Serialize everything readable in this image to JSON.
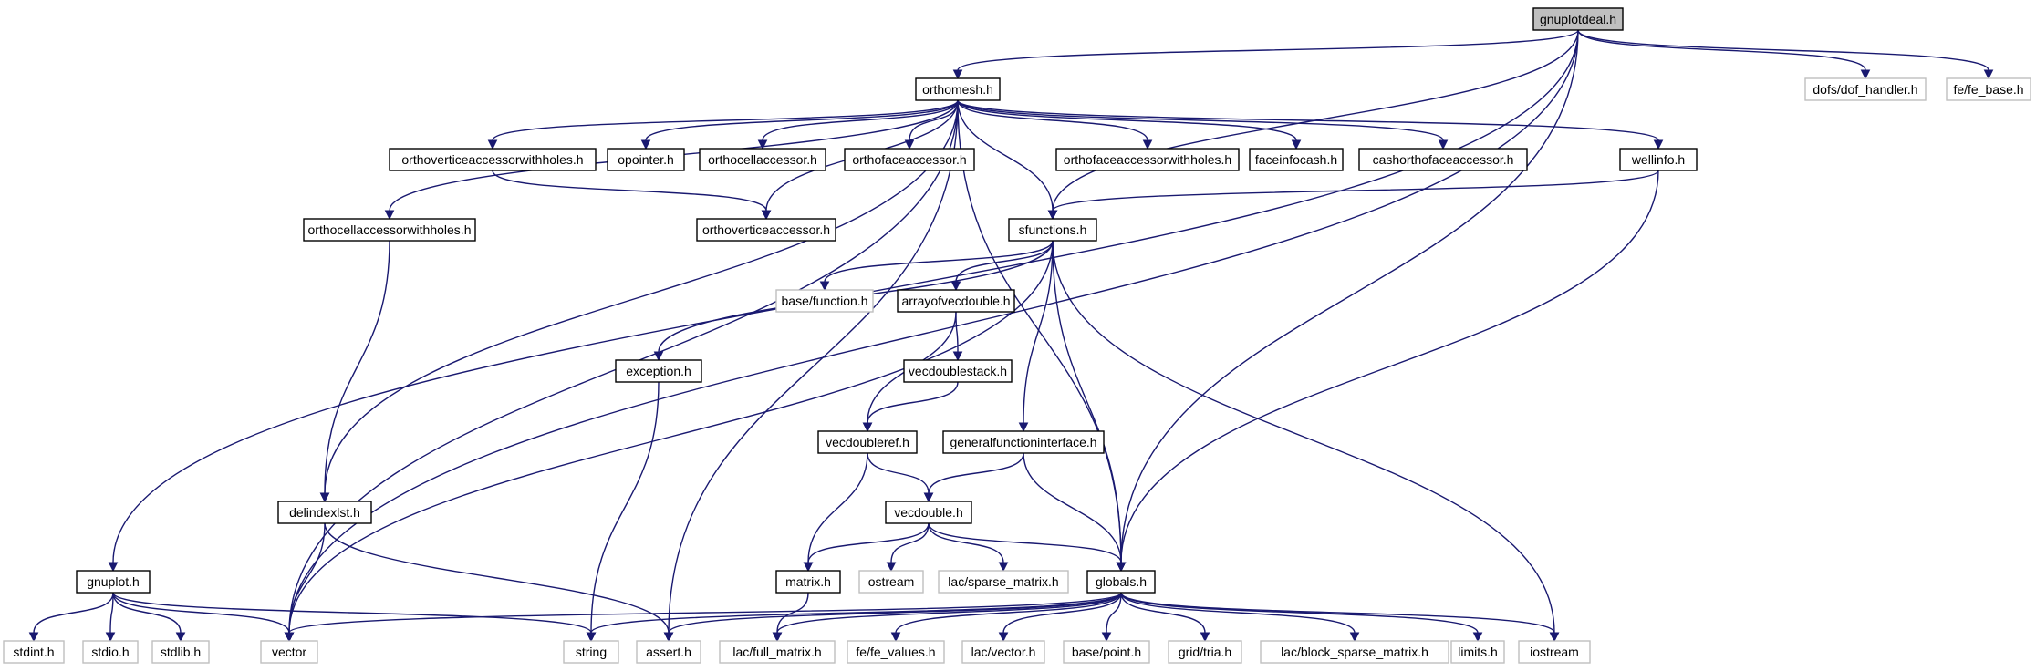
{
  "colors": {
    "edge": "#191970",
    "root_fill": "#bfbfbf",
    "external_border": "#bfbfbf",
    "internal_border": "#000000"
  },
  "nodes": {
    "gnuplotdeal": {
      "label": "gnuplotdeal.h",
      "kind": "root"
    },
    "dof_handler": {
      "label": "dofs/dof_handler.h",
      "kind": "external"
    },
    "fe_base": {
      "label": "fe/fe_base.h",
      "kind": "external"
    },
    "orthomesh": {
      "label": "orthomesh.h",
      "kind": "internal"
    },
    "orthoverticeaccessorwithholes": {
      "label": "orthoverticeaccessorwithholes.h",
      "kind": "internal"
    },
    "opointer": {
      "label": "opointer.h",
      "kind": "internal"
    },
    "orthocellaccessor": {
      "label": "orthocellaccessor.h",
      "kind": "internal"
    },
    "orthofaceaccessor": {
      "label": "orthofaceaccessor.h",
      "kind": "internal"
    },
    "orthofaceaccessorwithholes": {
      "label": "orthofaceaccessorwithholes.h",
      "kind": "internal"
    },
    "faceinfocash": {
      "label": "faceinfocash.h",
      "kind": "internal"
    },
    "cashorthofaceaccessor": {
      "label": "cashorthofaceaccessor.h",
      "kind": "internal"
    },
    "wellinfo": {
      "label": "wellinfo.h",
      "kind": "internal"
    },
    "orthocellaccessorwithholes": {
      "label": "orthocellaccessorwithholes.h",
      "kind": "internal"
    },
    "orthoverticeaccessor": {
      "label": "orthoverticeaccessor.h",
      "kind": "internal"
    },
    "sfunctions": {
      "label": "sfunctions.h",
      "kind": "internal"
    },
    "base_function": {
      "label": "base/function.h",
      "kind": "external"
    },
    "arrayofvecdouble": {
      "label": "arrayofvecdouble.h",
      "kind": "internal"
    },
    "exception": {
      "label": "exception.h",
      "kind": "internal"
    },
    "vecdoublestack": {
      "label": "vecdoublestack.h",
      "kind": "internal"
    },
    "vecdoubleref": {
      "label": "vecdoubleref.h",
      "kind": "internal"
    },
    "generalfunctioninterface": {
      "label": "generalfunctioninterface.h",
      "kind": "internal"
    },
    "delindexlst": {
      "label": "delindexlst.h",
      "kind": "internal"
    },
    "vecdouble": {
      "label": "vecdouble.h",
      "kind": "internal"
    },
    "gnuplot": {
      "label": "gnuplot.h",
      "kind": "internal"
    },
    "matrix": {
      "label": "matrix.h",
      "kind": "internal"
    },
    "ostream": {
      "label": "ostream",
      "kind": "external"
    },
    "lac_sparse_matrix": {
      "label": "lac/sparse_matrix.h",
      "kind": "external"
    },
    "globals": {
      "label": "globals.h",
      "kind": "internal"
    },
    "stdint": {
      "label": "stdint.h",
      "kind": "external"
    },
    "stdio": {
      "label": "stdio.h",
      "kind": "external"
    },
    "stdlib": {
      "label": "stdlib.h",
      "kind": "external"
    },
    "vector": {
      "label": "vector",
      "kind": "external"
    },
    "string": {
      "label": "string",
      "kind": "external"
    },
    "assert": {
      "label": "assert.h",
      "kind": "external"
    },
    "lac_full_matrix": {
      "label": "lac/full_matrix.h",
      "kind": "external"
    },
    "fe_values": {
      "label": "fe/fe_values.h",
      "kind": "external"
    },
    "lac_vector": {
      "label": "lac/vector.h",
      "kind": "external"
    },
    "base_point": {
      "label": "base/point.h",
      "kind": "external"
    },
    "grid_tria": {
      "label": "grid/tria.h",
      "kind": "external"
    },
    "lac_block_sparse_matrix": {
      "label": "lac/block_sparse_matrix.h",
      "kind": "external"
    },
    "limits": {
      "label": "limits.h",
      "kind": "external"
    },
    "iostream": {
      "label": "iostream",
      "kind": "external"
    }
  },
  "edges": [
    [
      "gnuplotdeal",
      "orthomesh"
    ],
    [
      "gnuplotdeal",
      "dof_handler"
    ],
    [
      "gnuplotdeal",
      "fe_base"
    ],
    [
      "gnuplotdeal",
      "sfunctions"
    ],
    [
      "gnuplotdeal",
      "globals"
    ],
    [
      "gnuplotdeal",
      "gnuplot"
    ],
    [
      "gnuplotdeal",
      "vector"
    ],
    [
      "orthomesh",
      "orthoverticeaccessorwithholes"
    ],
    [
      "orthomesh",
      "opointer"
    ],
    [
      "orthomesh",
      "orthocellaccessor"
    ],
    [
      "orthomesh",
      "orthofaceaccessor"
    ],
    [
      "orthomesh",
      "orthofaceaccessorwithholes"
    ],
    [
      "orthomesh",
      "faceinfocash"
    ],
    [
      "orthomesh",
      "cashorthofaceaccessor"
    ],
    [
      "orthomesh",
      "wellinfo"
    ],
    [
      "orthomesh",
      "orthocellaccessorwithholes"
    ],
    [
      "orthomesh",
      "orthoverticeaccessor"
    ],
    [
      "orthomesh",
      "sfunctions"
    ],
    [
      "orthomesh",
      "delindexlst"
    ],
    [
      "orthomesh",
      "vector"
    ],
    [
      "orthomesh",
      "assert"
    ],
    [
      "orthomesh",
      "globals"
    ],
    [
      "orthoverticeaccessorwithholes",
      "orthoverticeaccessor"
    ],
    [
      "wellinfo",
      "sfunctions"
    ],
    [
      "wellinfo",
      "globals"
    ],
    [
      "orthocellaccessorwithholes",
      "delindexlst"
    ],
    [
      "sfunctions",
      "base_function"
    ],
    [
      "sfunctions",
      "arrayofvecdouble"
    ],
    [
      "sfunctions",
      "exception"
    ],
    [
      "sfunctions",
      "generalfunctioninterface"
    ],
    [
      "sfunctions",
      "globals"
    ],
    [
      "sfunctions",
      "iostream"
    ],
    [
      "sfunctions",
      "vector"
    ],
    [
      "arrayofvecdouble",
      "vecdoublestack"
    ],
    [
      "arrayofvecdouble",
      "vecdoubleref"
    ],
    [
      "vecdoublestack",
      "vecdoubleref"
    ],
    [
      "exception",
      "string"
    ],
    [
      "vecdoubleref",
      "vecdouble"
    ],
    [
      "vecdoubleref",
      "matrix"
    ],
    [
      "generalfunctioninterface",
      "vecdouble"
    ],
    [
      "generalfunctioninterface",
      "globals"
    ],
    [
      "delindexlst",
      "vector"
    ],
    [
      "delindexlst",
      "assert"
    ],
    [
      "vecdouble",
      "matrix"
    ],
    [
      "vecdouble",
      "ostream"
    ],
    [
      "vecdouble",
      "lac_sparse_matrix"
    ],
    [
      "vecdouble",
      "globals"
    ],
    [
      "gnuplot",
      "stdint"
    ],
    [
      "gnuplot",
      "stdio"
    ],
    [
      "gnuplot",
      "stdlib"
    ],
    [
      "gnuplot",
      "vector"
    ],
    [
      "gnuplot",
      "string"
    ],
    [
      "matrix",
      "lac_full_matrix"
    ],
    [
      "globals",
      "vector"
    ],
    [
      "globals",
      "string"
    ],
    [
      "globals",
      "assert"
    ],
    [
      "globals",
      "lac_full_matrix"
    ],
    [
      "globals",
      "fe_values"
    ],
    [
      "globals",
      "lac_vector"
    ],
    [
      "globals",
      "base_point"
    ],
    [
      "globals",
      "grid_tria"
    ],
    [
      "globals",
      "lac_block_sparse_matrix"
    ],
    [
      "globals",
      "limits"
    ],
    [
      "globals",
      "iostream"
    ]
  ]
}
